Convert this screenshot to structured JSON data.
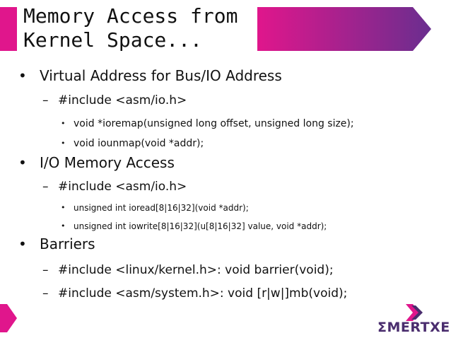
{
  "slide": {
    "title": "Memory Access from\nKernel Space...",
    "colors": {
      "accent": "#e0168c",
      "banner_start": "#e0168c",
      "banner_end": "#6a2e8f",
      "logo": "#4a2d6e"
    }
  },
  "bullets": [
    {
      "text": "Virtual Address for Bus/IO Address",
      "children": [
        {
          "text": "#include <asm/io.h>",
          "children": [
            "void *ioremap(unsigned long offset, unsigned long size);",
            "void iounmap(void *addr);"
          ]
        }
      ]
    },
    {
      "text": "I/O Memory Access",
      "children": [
        {
          "text": "#include <asm/io.h>",
          "children": [
            "unsigned int ioread[8|16|32](void *addr);",
            "unsigned int iowrite[8|16|32](u[8|16|32] value, void *addr);"
          ]
        }
      ]
    },
    {
      "text": "Barriers",
      "children": [
        {
          "text": "#include <linux/kernel.h>: void barrier(void);",
          "children": []
        },
        {
          "text": "#include <asm/system.h>: void [r|w|]mb(void);",
          "children": []
        }
      ]
    }
  ],
  "logo": {
    "text": "ΣMERTXE",
    "icon": "emertxe-chevron-icon"
  }
}
